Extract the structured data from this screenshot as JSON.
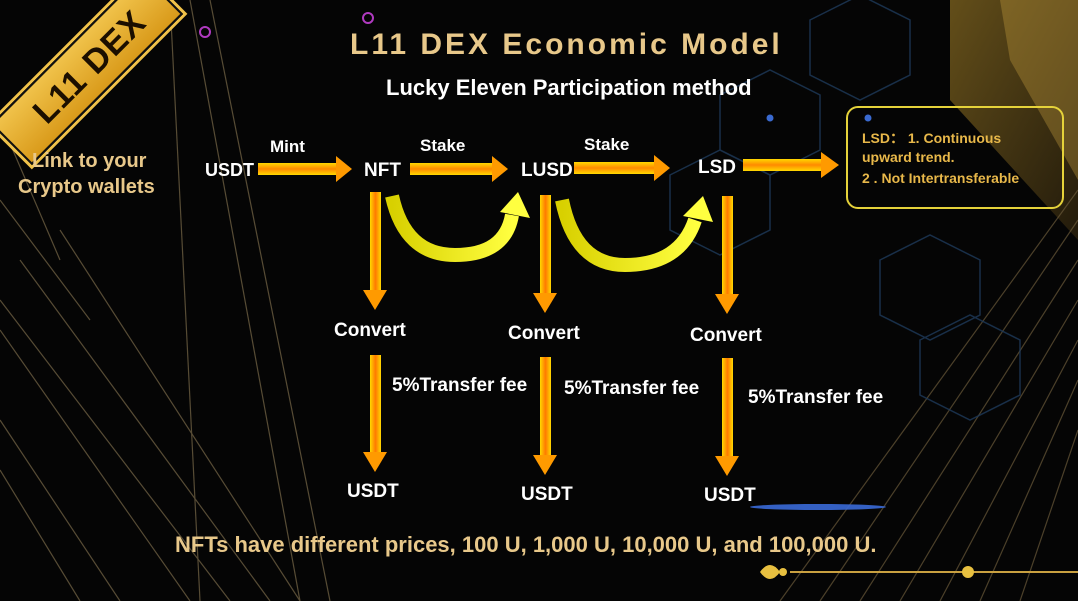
{
  "badge": "L11 DEX",
  "title": "L11 DEX Economic  Model",
  "subtitle": "Lucky Eleven Participation method",
  "side_link": [
    "Link to your",
    "Crypto wallets"
  ],
  "flow": {
    "usdt_in": "USDT",
    "mint": "Mint",
    "nft": "NFT",
    "stake1": "Stake",
    "lusd": "LUSD",
    "stake2": "Stake",
    "lsd": "LSD"
  },
  "columns": [
    {
      "convert": "Convert",
      "fee": "5%Transfer fee",
      "out": "USDT"
    },
    {
      "convert": "Convert",
      "fee": "5%Transfer fee",
      "out": "USDT"
    },
    {
      "convert": "Convert",
      "fee": "5%Transfer fee",
      "out": "USDT"
    }
  ],
  "lsd_note": {
    "line1": "LSD： 1. Continuous",
    "line2": "upward trend.",
    "line3": "2 . Not Intertransferable"
  },
  "footer": "NFTs have different prices, 100 U, 1,000 U, 10,000 U, and 100,000 U.",
  "colors": {
    "gold": "#e8c88a",
    "arrow_yellow": "#ffd400",
    "arrow_orange": "#ff7a00",
    "note_border": "#e5d23a"
  }
}
